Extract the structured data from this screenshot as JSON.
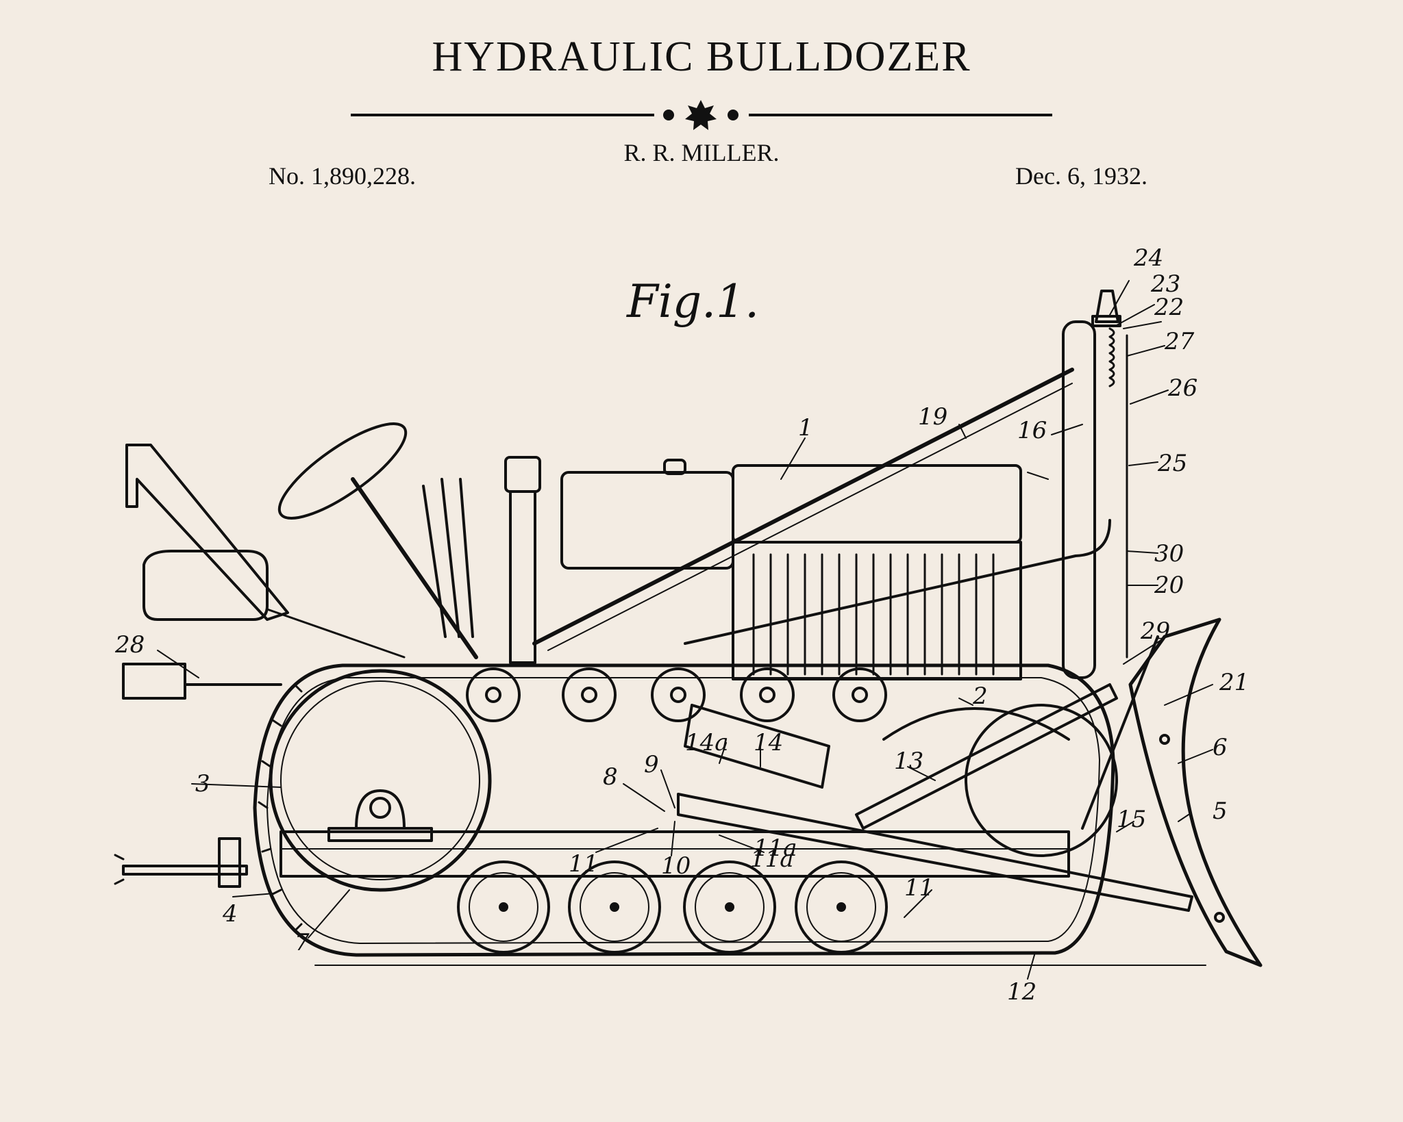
{
  "header": {
    "title": "HYDRAULIC BULLDOZER",
    "inventor": "R. R. MILLER.",
    "patent_number": "No. 1,890,228.",
    "date": "Dec. 6, 1932."
  },
  "figure": {
    "label": "Fig.1.",
    "reference_numerals": [
      "1",
      "2",
      "3",
      "4",
      "5",
      "6",
      "7",
      "8",
      "9",
      "10",
      "11",
      "11a",
      "11",
      "11a",
      "12",
      "13",
      "14",
      "14a",
      "15",
      "16",
      "19",
      "20",
      "21",
      "22",
      "23",
      "24",
      "25",
      "26",
      "27",
      "28",
      "29",
      "30"
    ]
  },
  "colors": {
    "paper": "#f3ece3",
    "ink": "#111111"
  }
}
